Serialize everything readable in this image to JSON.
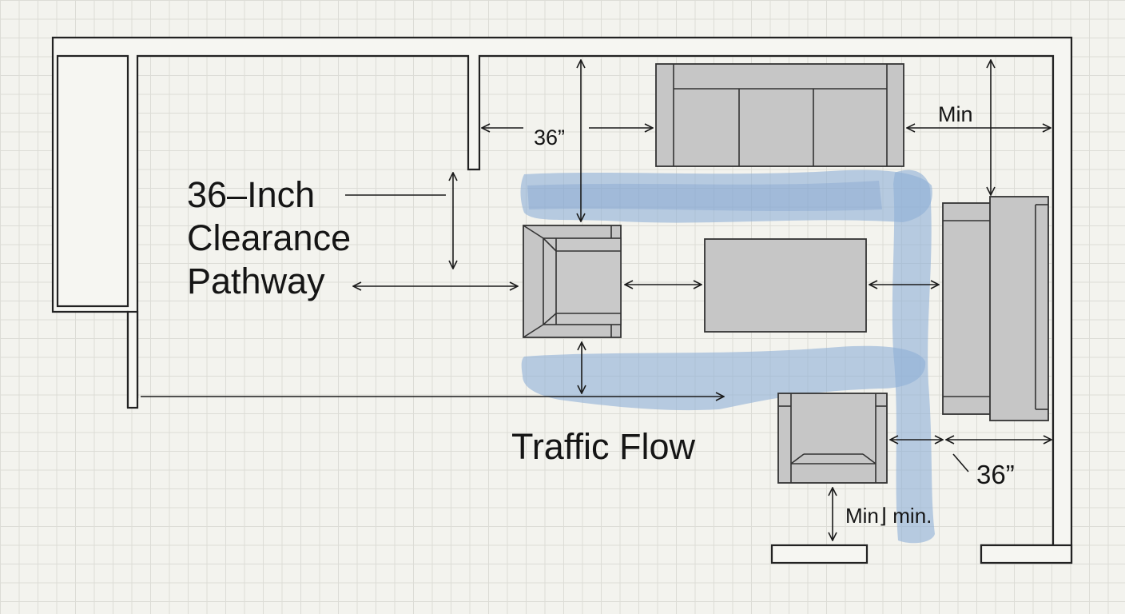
{
  "labels": {
    "clearance_title_line1": "36–Inch",
    "clearance_title_line2": "Clearance",
    "clearance_title_line3": "Pathway",
    "traffic_flow": "Traffic Flow",
    "top_dimension": "36”",
    "top_right_min": "Min",
    "right_dimension": "36”",
    "bottom_min": "Min⌋ min."
  },
  "colors": {
    "walls": "#222222",
    "furniture_fill": "#c6c6c6",
    "traffic_flow": "#8fb0d6",
    "background": "#f3f3ee"
  },
  "icons": {
    "dimension_arrow": "double-headed-arrow",
    "flow_arrow": "single-headed-arrow"
  }
}
